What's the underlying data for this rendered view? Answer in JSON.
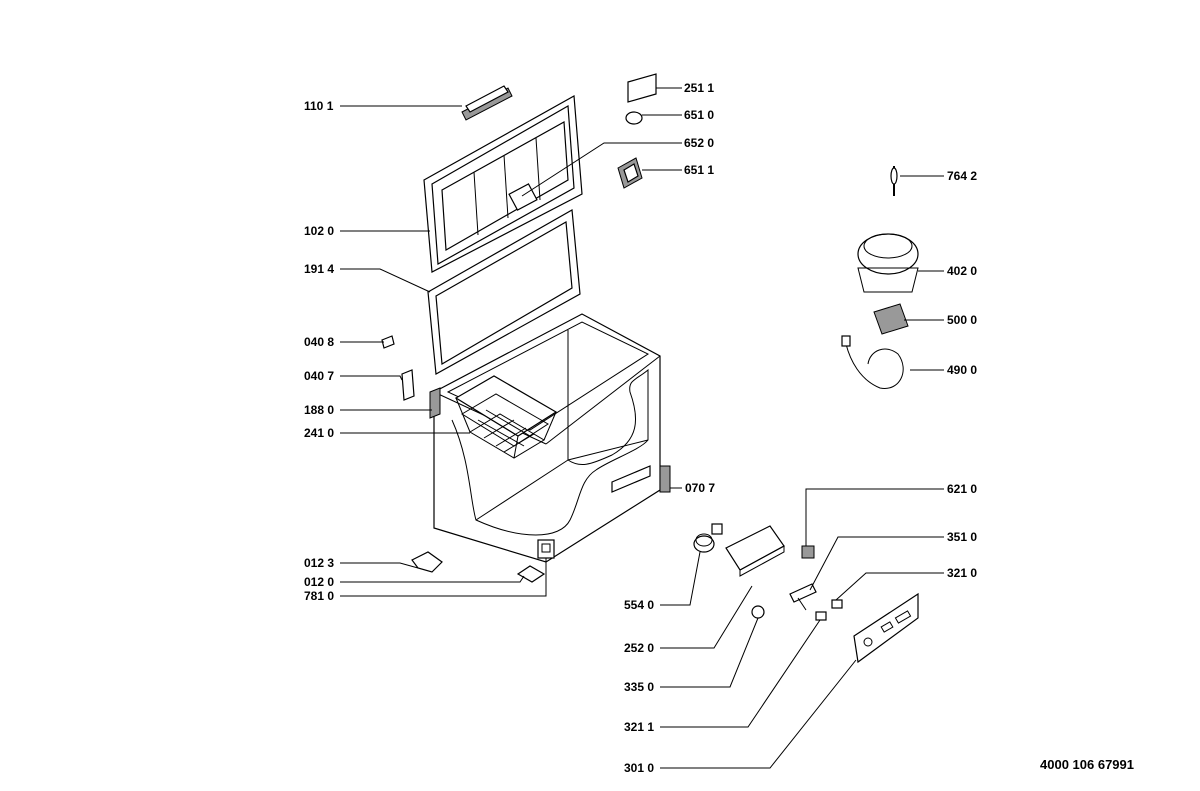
{
  "labels": {
    "l1101": "110 1",
    "l1020": "102 0",
    "l1914": "191 4",
    "l0408": "040 8",
    "l0407": "040 7",
    "l1880": "188 0",
    "l2410": "241 0",
    "l0123": "012 3",
    "l0120": "012 0",
    "l7810": "781 0",
    "l2511": "251 1",
    "l6510": "651 0",
    "l6520": "652 0",
    "l6511": "651 1",
    "l7642": "764 2",
    "l4020": "402 0",
    "l5000": "500 0",
    "l4900": "490 0",
    "l0707": "070 7",
    "l6210": "621 0",
    "l3510": "351 0",
    "l3210": "321 0",
    "l5540": "554 0",
    "l2520": "252 0",
    "l3350": "335 0",
    "l3211": "321 1",
    "l3010": "301 0"
  },
  "document_number": "4000 106 67991"
}
